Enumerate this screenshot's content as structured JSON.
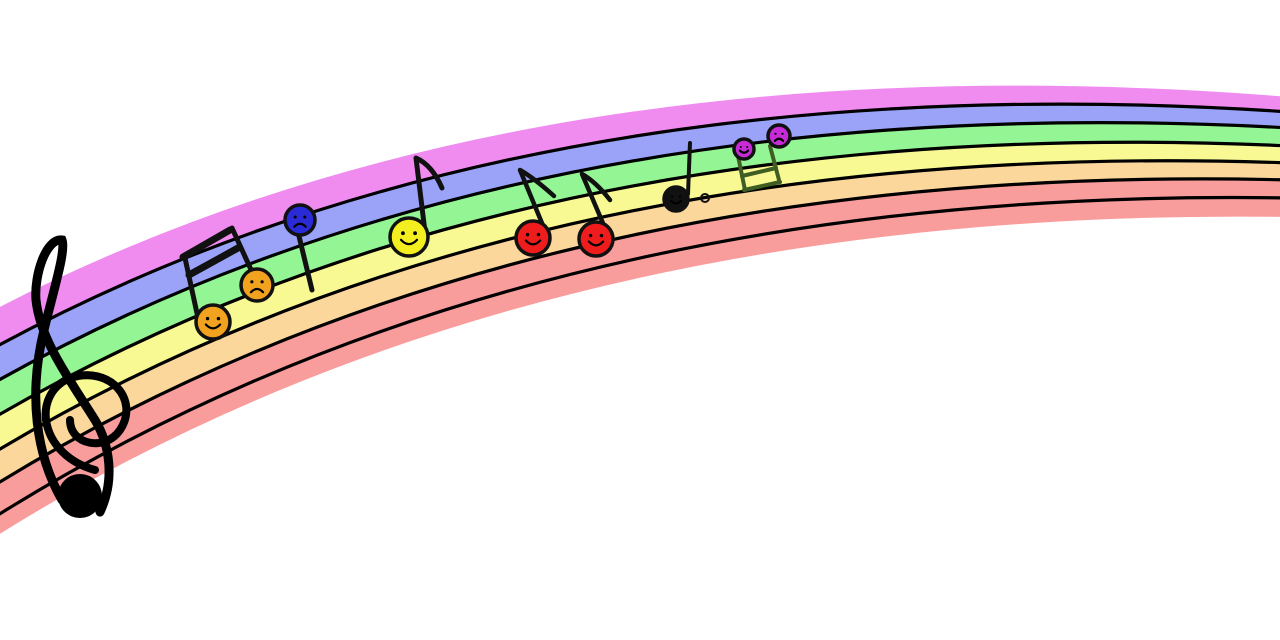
{
  "scene": {
    "background": "#ffffff",
    "band_colors": [
      "#f08cf0",
      "#9ba3f9",
      "#94f594",
      "#f9f994",
      "#fbd79c",
      "#f99c9c"
    ],
    "staff_line_color": "#000000",
    "clef": {
      "icon": "treble-clef-icon",
      "color": "#000000"
    },
    "notes": [
      {
        "id": "note-orange-1",
        "kind": "beamed-eighth",
        "color": "#f1a21f",
        "face": "smile"
      },
      {
        "id": "note-orange-2",
        "kind": "beamed-eighth",
        "color": "#f1a21f",
        "face": "frown"
      },
      {
        "id": "note-blue",
        "kind": "quarter",
        "color": "#2a2ad6",
        "face": "frown"
      },
      {
        "id": "note-yellow",
        "kind": "eighth",
        "color": "#f2ee1f",
        "face": "smile"
      },
      {
        "id": "note-red-1",
        "kind": "eighth",
        "color": "#ee1c1c",
        "face": "smile"
      },
      {
        "id": "note-red-2",
        "kind": "eighth",
        "color": "#ee1c1c",
        "face": "smile"
      },
      {
        "id": "note-black",
        "kind": "dotted-quarter",
        "color": "#111111",
        "face": "smile"
      },
      {
        "id": "note-purple-1",
        "kind": "beamed-pair",
        "color": "#c62bd6",
        "face": "smile",
        "stem_color": "#3f5e24"
      },
      {
        "id": "note-purple-2",
        "kind": "beamed-pair",
        "color": "#c62bd6",
        "face": "frown",
        "stem_color": "#3f5e24"
      }
    ]
  }
}
